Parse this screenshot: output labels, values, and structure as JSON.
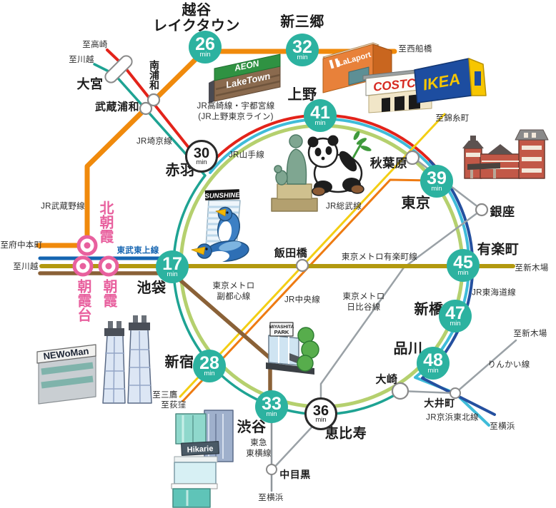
{
  "badges": {
    "koshigaya": {
      "value": "26",
      "unit": "min"
    },
    "shinmisato": {
      "value": "32",
      "unit": "min"
    },
    "ueno": {
      "value": "41",
      "unit": "min"
    },
    "akabane": {
      "value": "30",
      "unit": "min"
    },
    "tokyo": {
      "value": "39",
      "unit": "min"
    },
    "yurakucho": {
      "value": "45",
      "unit": "min"
    },
    "shimbashi": {
      "value": "47",
      "unit": "min"
    },
    "shinagawa": {
      "value": "48",
      "unit": "min"
    },
    "ikebukuro": {
      "value": "17",
      "unit": "min"
    },
    "shinjuku": {
      "value": "28",
      "unit": "min"
    },
    "shibuya": {
      "value": "33",
      "unit": "min"
    },
    "ebisu": {
      "value": "36",
      "unit": "min"
    }
  },
  "stations": {
    "koshigaya_laketown": "越谷\nレイクタウン",
    "shinmisato": "新三郷",
    "omiya": "大宮",
    "minami_urawa": "南浦和",
    "musashi_urawa": "武蔵浦和",
    "akabane": "赤羽",
    "ueno": "上野",
    "akihabara": "秋葉原",
    "tokyo": "東京",
    "ginza": "銀座",
    "yurakucho": "有楽町",
    "shimbashi": "新橋",
    "shinagawa": "品川",
    "osaki": "大崎",
    "oimachi": "大井町",
    "iidabashi": "飯田橋",
    "ikebukuro": "池袋",
    "shinjuku": "新宿",
    "shibuya": "渋谷",
    "ebisu": "恵比寿",
    "nakameguro": "中目黒",
    "kita_asaka": "北朝霞",
    "asakadai": "朝霞台",
    "asaka": "朝霞"
  },
  "lines": {
    "takasaki_utsunomiya": "JR高崎線・宇都宮線\n(JR上野東京ライン)",
    "saikyo": "JR埼京線",
    "musashino": "JR武蔵野線",
    "tobu_tojo": "東武東上線",
    "yamanote": "JR山手線",
    "sobu": "JR総武線",
    "yurakucho_metro": "東京メトロ有楽町線",
    "fukutoshin": "東京メトロ\n副都心線",
    "chuo": "JR中央線",
    "hibiya": "東京メトロ\n日比谷線",
    "tokaido": "JR東海道線",
    "rinkai": "りんかい線",
    "keihin_tohoku": "JR京浜東北線",
    "toyoko": "東急\n東横線"
  },
  "destinations": {
    "takasaki": "至高崎",
    "kawagoe_north": "至川越",
    "nishi_funabashi": "至西船橋",
    "kinshicho": "至錦糸町",
    "fuchu_hommachi": "至府中本町",
    "kawagoe_west": "至川越",
    "shin_kiba_yurakucho": "至新木場",
    "shin_kiba_rinkai": "至新木場",
    "yokohama_keihin": "至横浜",
    "mitaka": "至三鷹",
    "ogikubo": "至荻窪",
    "yokohama_toyoko": "至横浜"
  },
  "buildings": {
    "aeon": "AEON",
    "laketown": "LakeTown",
    "lalaport": "LaLaport",
    "costco": "COSTCO",
    "ikea": "IKEA",
    "sunshine": "SUNSHINE",
    "miyashita_1": "MIYASHITA",
    "miyashita_2": "PARK",
    "newoman": "NEWoMan",
    "hikarie": "Hikarie"
  },
  "colors": {
    "badge_teal": "#2cb2a0",
    "station_pink": "#e8609e",
    "tojo_blue": "#1565b1",
    "yurakucho_gold": "#b2990f",
    "fukutoshin_brown": "#8a6137",
    "musashino_orange": "#f08a0c",
    "ueno_tokyo_red": "#e3231a",
    "keihin_cyan": "#3fbcd9",
    "saikyo_teal": "#1ea393",
    "yamanote_green": "#b5d06e",
    "tokaido_navy": "#24509f",
    "metro_gray": "#9aa1a6",
    "chuo_orange": "#ee7b12",
    "sobu_yellow": "#f3ce14"
  }
}
